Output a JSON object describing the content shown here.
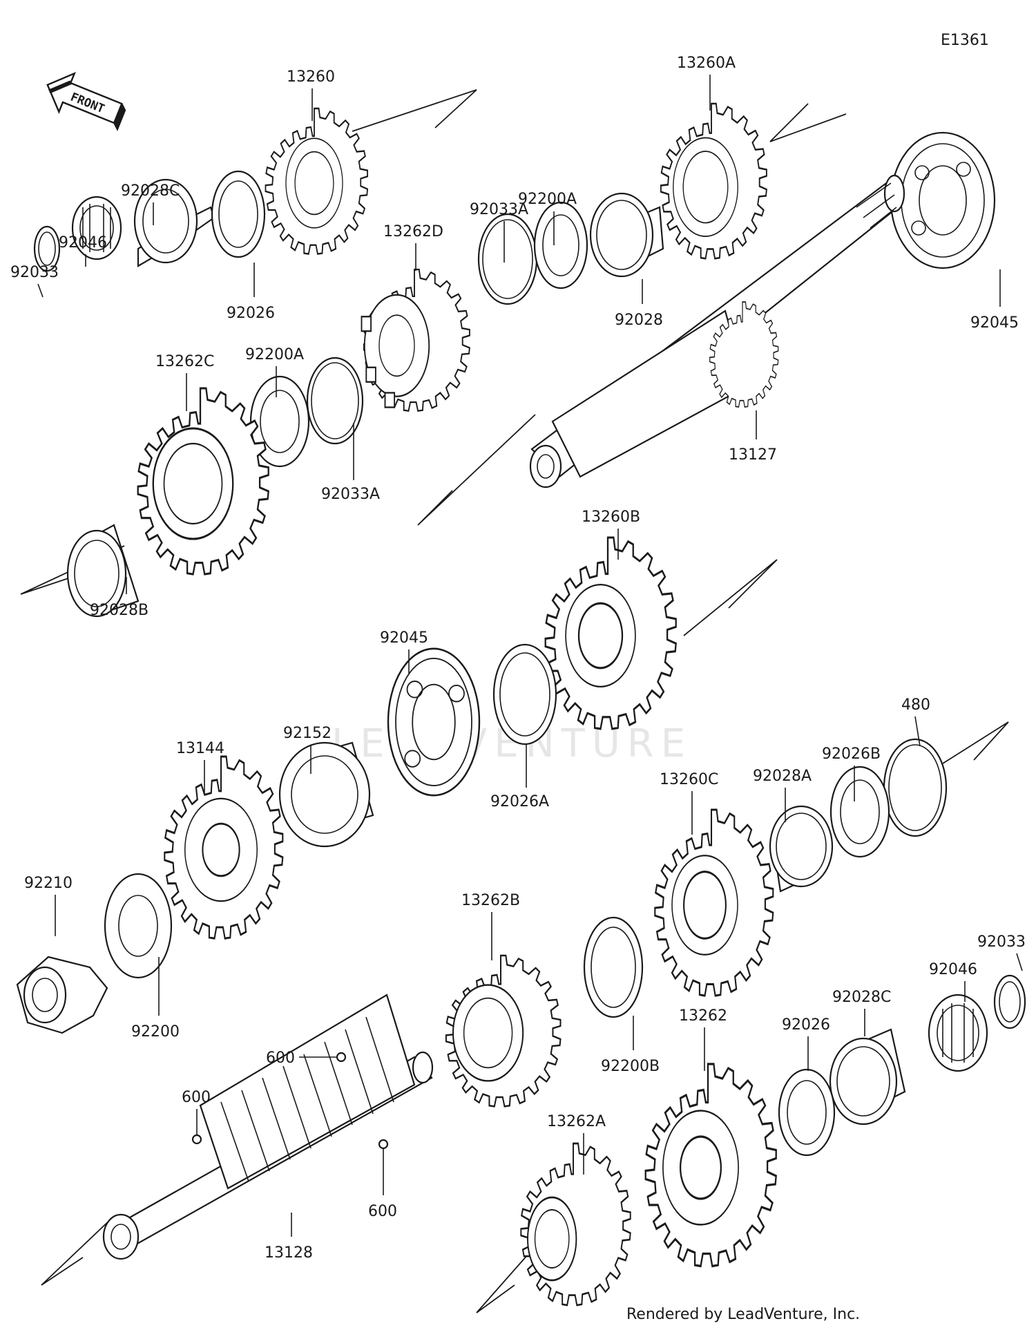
{
  "diagram_code": "E1361",
  "front_arrow_text": "FRONT",
  "watermark_text": "LEADVENTURE",
  "credit": "Rendered by LeadVenture, Inc.",
  "labels": [
    {
      "id": "l1",
      "text": "13260"
    },
    {
      "id": "l2",
      "text": "13260A"
    },
    {
      "id": "l3",
      "text": "92028C"
    },
    {
      "id": "l4",
      "text": "92046"
    },
    {
      "id": "l5",
      "text": "92033"
    },
    {
      "id": "l6",
      "text": "92026"
    },
    {
      "id": "l7",
      "text": "13262D"
    },
    {
      "id": "l8",
      "text": "92033A"
    },
    {
      "id": "l9",
      "text": "92200A"
    },
    {
      "id": "l10",
      "text": "92028"
    },
    {
      "id": "l11",
      "text": "92045"
    },
    {
      "id": "l12",
      "text": "13262C"
    },
    {
      "id": "l13",
      "text": "92200A"
    },
    {
      "id": "l14",
      "text": "92033A"
    },
    {
      "id": "l15",
      "text": "13127"
    },
    {
      "id": "l16",
      "text": "92028B"
    },
    {
      "id": "l17",
      "text": "13260B"
    },
    {
      "id": "l18",
      "text": "92045"
    },
    {
      "id": "l19",
      "text": "92026A"
    },
    {
      "id": "l20",
      "text": "13144"
    },
    {
      "id": "l21",
      "text": "92152"
    },
    {
      "id": "l22",
      "text": "480"
    },
    {
      "id": "l23",
      "text": "92026B"
    },
    {
      "id": "l24",
      "text": "92028A"
    },
    {
      "id": "l25",
      "text": "13260C"
    },
    {
      "id": "l26",
      "text": "92210"
    },
    {
      "id": "l27",
      "text": "92200"
    },
    {
      "id": "l28",
      "text": "13262B"
    },
    {
      "id": "l29",
      "text": "92033"
    },
    {
      "id": "l30",
      "text": "92046"
    },
    {
      "id": "l31",
      "text": "92200B"
    },
    {
      "id": "l32",
      "text": "92028C"
    },
    {
      "id": "l33",
      "text": "13262"
    },
    {
      "id": "l34",
      "text": "92026"
    },
    {
      "id": "l35",
      "text": "600"
    },
    {
      "id": "l36",
      "text": "600"
    },
    {
      "id": "l37",
      "text": "600"
    },
    {
      "id": "l38",
      "text": "13262A"
    },
    {
      "id": "l39",
      "text": "13128"
    }
  ]
}
